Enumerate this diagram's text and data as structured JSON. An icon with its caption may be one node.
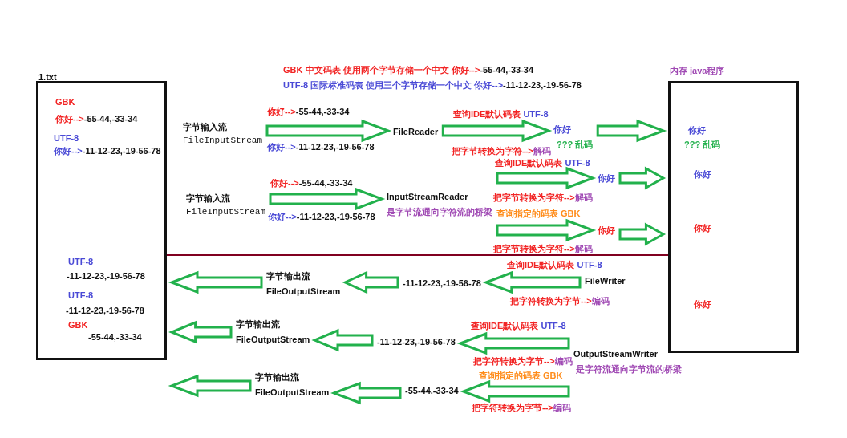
{
  "diagram": {
    "nodes": [
      {
        "text": [
          "1.txt",
          "GBK",
          "你好-->-55-44,-33-34",
          "UTF-8",
          "你好-->-11-12-23,-19-56-78",
          "UTF-8",
          "-11-12-23,-19-56-78",
          "UTF-8",
          "-11-12-23,-19-56-78",
          "GBK",
          "-55-44,-33-34"
        ]
      },
      {
        "text": [
          "内存 java程序",
          "你好",
          "??? 乱码",
          "你好",
          "你好",
          "你好"
        ]
      },
      {
        "text": [
          "字节输入流",
          "FileInputStream"
        ]
      },
      {
        "text": [
          "FileReader"
        ]
      },
      {
        "text": [
          "你好",
          "??? 乱码"
        ]
      },
      {
        "text": [
          "字节输入流",
          "FileInputStream"
        ]
      },
      {
        "text": [
          "InputStreamReader",
          "是字节流通向字符流的桥梁"
        ]
      },
      {
        "text": [
          "你好"
        ]
      },
      {
        "text": [
          "你好"
        ]
      },
      {
        "text": [
          "FileWriter"
        ]
      },
      {
        "text": [
          "-11-12-23,-19-56-78"
        ]
      },
      {
        "text": [
          "字节输出流",
          "FileOutputStream"
        ]
      },
      {
        "text": [
          "OutputStreamWriter",
          "是字符流通向字节流的桥梁"
        ]
      },
      {
        "text": [
          "-11-12-23,-19-56-78"
        ]
      },
      {
        "text": [
          "字节输出流",
          "FileOutputStream"
        ]
      },
      {
        "text": [
          "-55-44,-33-34"
        ]
      },
      {
        "text": [
          "字节输出流",
          "FileOutputStream"
        ]
      }
    ],
    "edges": [
      {
        "from": 2,
        "to": 3,
        "arrow": "to"
      },
      {
        "from": 3,
        "to": 4,
        "arrow": "to"
      },
      {
        "from": 4,
        "to": 1,
        "arrow": "to"
      },
      {
        "from": 5,
        "to": 6,
        "arrow": "to"
      },
      {
        "from": 6,
        "to": 7,
        "arrow": "to"
      },
      {
        "from": 7,
        "to": 1,
        "arrow": "to"
      },
      {
        "from": 6,
        "to": 8,
        "arrow": "to"
      },
      {
        "from": 8,
        "to": 1,
        "arrow": "to"
      },
      {
        "from": 9,
        "to": 10,
        "arrow": "to"
      },
      {
        "from": 10,
        "to": 11,
        "arrow": "to"
      },
      {
        "from": 11,
        "to": 0,
        "arrow": "to"
      },
      {
        "from": 12,
        "to": 13,
        "arrow": "to"
      },
      {
        "from": 13,
        "to": 14,
        "arrow": "to"
      },
      {
        "from": 14,
        "to": 0,
        "arrow": "to"
      },
      {
        "from": 12,
        "to": 15,
        "arrow": "to"
      },
      {
        "from": 15,
        "to": 16,
        "arrow": "to"
      },
      {
        "from": 16,
        "to": 0,
        "arrow": "to"
      }
    ],
    "labels": [
      "GBK 中文码表 使用两个字节存储一个中文 你好-->-55-44,-33-34",
      "UTF-8 国际标准码表 使用三个字节存储一个中文 你好-->-11-12-23,-19-56-78",
      "你好-->-55-44,-33-34",
      "查询IDE默认码表 UTF-8",
      "你好-->-11-12-23,-19-56-78",
      "把字节转换为字符-->解码",
      "查询IDE默认码表 UTF-8",
      "你好-->-55-44,-33-34",
      "把字节转换为字符-->解码",
      "查询指定的码表 GBK",
      "你好-->-11-12-23,-19-56-78",
      "把字节转换为字符-->解码",
      "查询IDE默认码表 UTF-8",
      "把字符转换为字节-->编码",
      "查询IDE默认码表 UTF-8",
      "把字符转换为字节-->编码",
      "查询指定的码表 GBK",
      "把字符转换为字节-->编码"
    ]
  }
}
